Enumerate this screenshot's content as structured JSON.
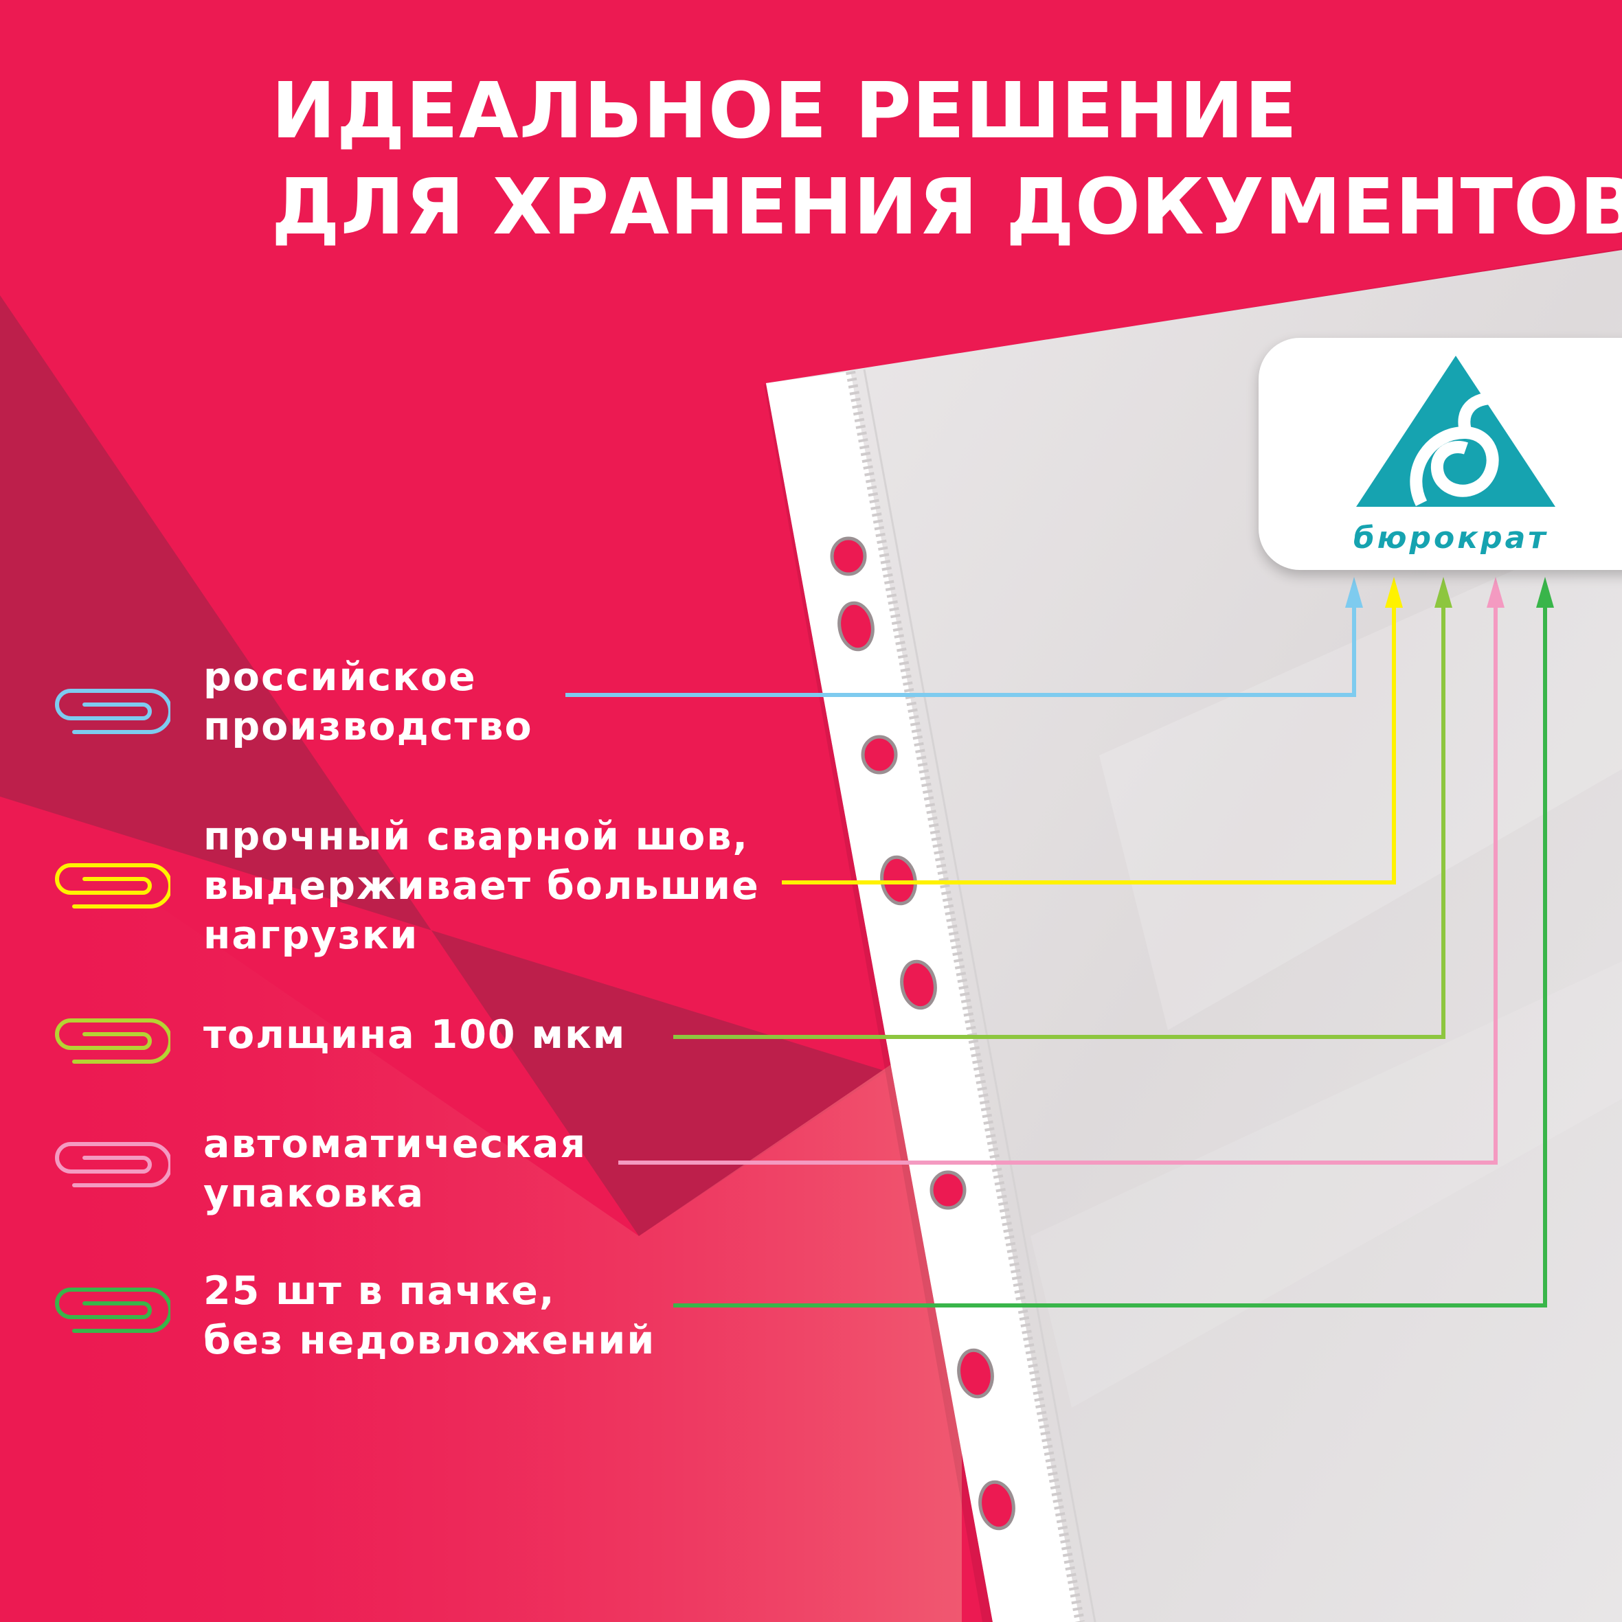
{
  "headline": {
    "line1": "ИДЕАЛЬНОЕ РЕШЕНИЕ",
    "line2": "ДЛЯ ХРАНЕНИЯ ДОКУМЕНТОВ"
  },
  "brand": {
    "name": "бюрократ",
    "logo_icon": "triangle-b-logo-icon",
    "color": "#16a3b0"
  },
  "features": [
    {
      "lines": [
        "российское",
        "производство"
      ],
      "color": "#7ecbef",
      "icon": "paperclip-icon"
    },
    {
      "lines": [
        "прочный сварной шов,",
        "выдерживает большие",
        "нагрузки"
      ],
      "color": "#fff200",
      "icon": "paperclip-icon"
    },
    {
      "lines": [
        "толщина 100 мкм"
      ],
      "color": "#8dc63f",
      "icon": "paperclip-icon"
    },
    {
      "lines": [
        "автоматическая",
        "упаковка"
      ],
      "color": "#f49ac1",
      "icon": "paperclip-icon"
    },
    {
      "lines": [
        "25 шт в пачке,",
        "без недовложений"
      ],
      "color": "#39b54a",
      "icon": "paperclip-icon"
    }
  ],
  "colors": {
    "background": "#ec1a52",
    "sleeve": "#e6e4e5",
    "strip": "#ffffff"
  }
}
